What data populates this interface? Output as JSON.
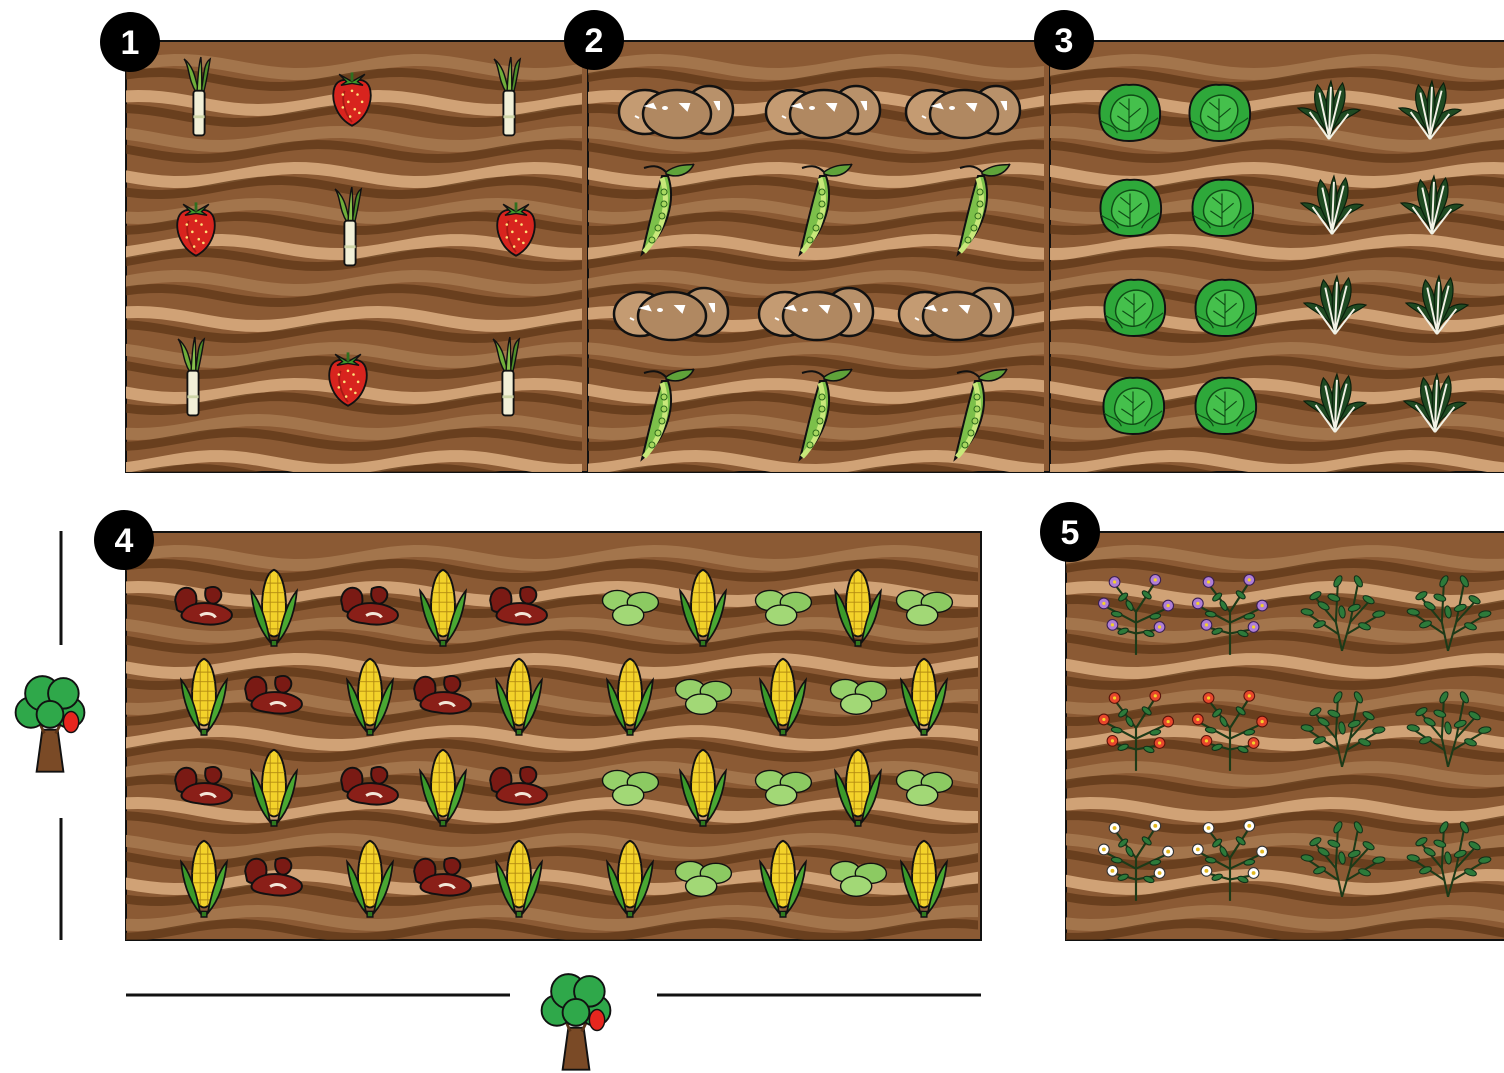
{
  "bed_numbers": [
    "1",
    "2",
    "3",
    "4",
    "5"
  ],
  "colors": {
    "soil_base": "#8b5a34",
    "soil_mid": "#a4774e",
    "soil_light": "#d4a77a",
    "soil_dark": "#5e3717",
    "outline": "#111111"
  },
  "beds": [
    {
      "number_index": 0,
      "rows": [
        [
          "leek-icon",
          "strawberry-icon",
          "leek-icon"
        ],
        [
          "strawberry-icon",
          "leek-icon",
          "strawberry-icon"
        ],
        [
          "leek-icon",
          "strawberry-icon",
          "leek-icon"
        ]
      ]
    },
    {
      "number_index": 1,
      "rows": [
        [
          "potato-icon",
          "potato-icon",
          "potato-icon"
        ],
        [
          "pea-pod-icon",
          "pea-pod-icon",
          "pea-pod-icon"
        ],
        [
          "potato-icon",
          "potato-icon",
          "potato-icon"
        ],
        [
          "pea-pod-icon",
          "pea-pod-icon",
          "pea-pod-icon"
        ]
      ]
    },
    {
      "number_index": 2,
      "rows": [
        [
          "cabbage-icon",
          "cabbage-icon",
          "chard-icon",
          "chard-icon"
        ],
        [
          "cabbage-icon",
          "cabbage-icon",
          "chard-icon",
          "chard-icon"
        ],
        [
          "cabbage-icon",
          "cabbage-icon",
          "chard-icon",
          "chard-icon"
        ],
        [
          "cabbage-icon",
          "cabbage-icon",
          "chard-icon",
          "chard-icon"
        ]
      ]
    },
    {
      "number_index": 3,
      "rows": [
        [
          "kidney-bean-icon",
          "corn-icon",
          "kidney-bean-icon",
          "corn-icon",
          "kidney-bean-icon",
          "broad-bean-icon",
          "corn-icon",
          "broad-bean-icon",
          "corn-icon",
          "broad-bean-icon"
        ],
        [
          "corn-icon",
          "kidney-bean-icon",
          "corn-icon",
          "kidney-bean-icon",
          "corn-icon",
          "corn-icon",
          "broad-bean-icon",
          "corn-icon",
          "broad-bean-icon",
          "corn-icon"
        ],
        [
          "kidney-bean-icon",
          "corn-icon",
          "kidney-bean-icon",
          "corn-icon",
          "kidney-bean-icon",
          "broad-bean-icon",
          "corn-icon",
          "broad-bean-icon",
          "corn-icon",
          "broad-bean-icon"
        ],
        [
          "corn-icon",
          "kidney-bean-icon",
          "corn-icon",
          "kidney-bean-icon",
          "corn-icon",
          "corn-icon",
          "broad-bean-icon",
          "corn-icon",
          "broad-bean-icon",
          "corn-icon"
        ]
      ]
    },
    {
      "number_index": 4,
      "rows": [
        [
          "purple-flower-icon",
          "purple-flower-icon",
          "shrub-icon",
          "shrub-icon"
        ],
        [
          "red-flower-icon",
          "red-flower-icon",
          "shrub-icon",
          "shrub-icon"
        ],
        [
          "white-flower-icon",
          "white-flower-icon",
          "shrub-icon",
          "shrub-icon"
        ]
      ]
    }
  ],
  "trees": [
    "fruit-tree-icon",
    "fruit-tree-icon"
  ]
}
